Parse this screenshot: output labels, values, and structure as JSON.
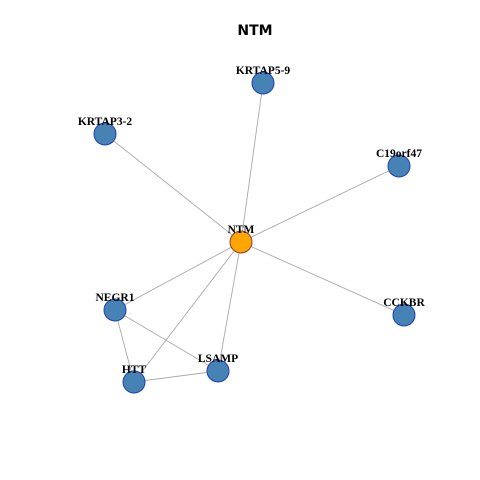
{
  "title": "NTM",
  "colors": {
    "center_node": "#ffa500",
    "center_stroke": "#8b3a3a",
    "node_fill": "#4682b4",
    "node_stroke": "#1f3fb5",
    "edge": "#a9a9a9"
  },
  "nodes": [
    {
      "id": "NTM",
      "label": "NTM",
      "center": true
    },
    {
      "id": "KRTAP5-9",
      "label": "KRTAP5-9"
    },
    {
      "id": "KRTAP3-2",
      "label": "KRTAP3-2"
    },
    {
      "id": "C19orf47",
      "label": "C19orf47"
    },
    {
      "id": "NEGR1",
      "label": "NEGR1"
    },
    {
      "id": "CCKBR",
      "label": "CCKBR"
    },
    {
      "id": "LSAMP",
      "label": "LSAMP"
    },
    {
      "id": "HTT",
      "label": "HTT"
    }
  ],
  "edges": [
    [
      "NTM",
      "KRTAP5-9"
    ],
    [
      "NTM",
      "KRTAP3-2"
    ],
    [
      "NTM",
      "C19orf47"
    ],
    [
      "NTM",
      "NEGR1"
    ],
    [
      "NTM",
      "CCKBR"
    ],
    [
      "NTM",
      "LSAMP"
    ],
    [
      "NTM",
      "HTT"
    ],
    [
      "NEGR1",
      "HTT"
    ],
    [
      "NEGR1",
      "LSAMP"
    ],
    [
      "HTT",
      "LSAMP"
    ]
  ]
}
